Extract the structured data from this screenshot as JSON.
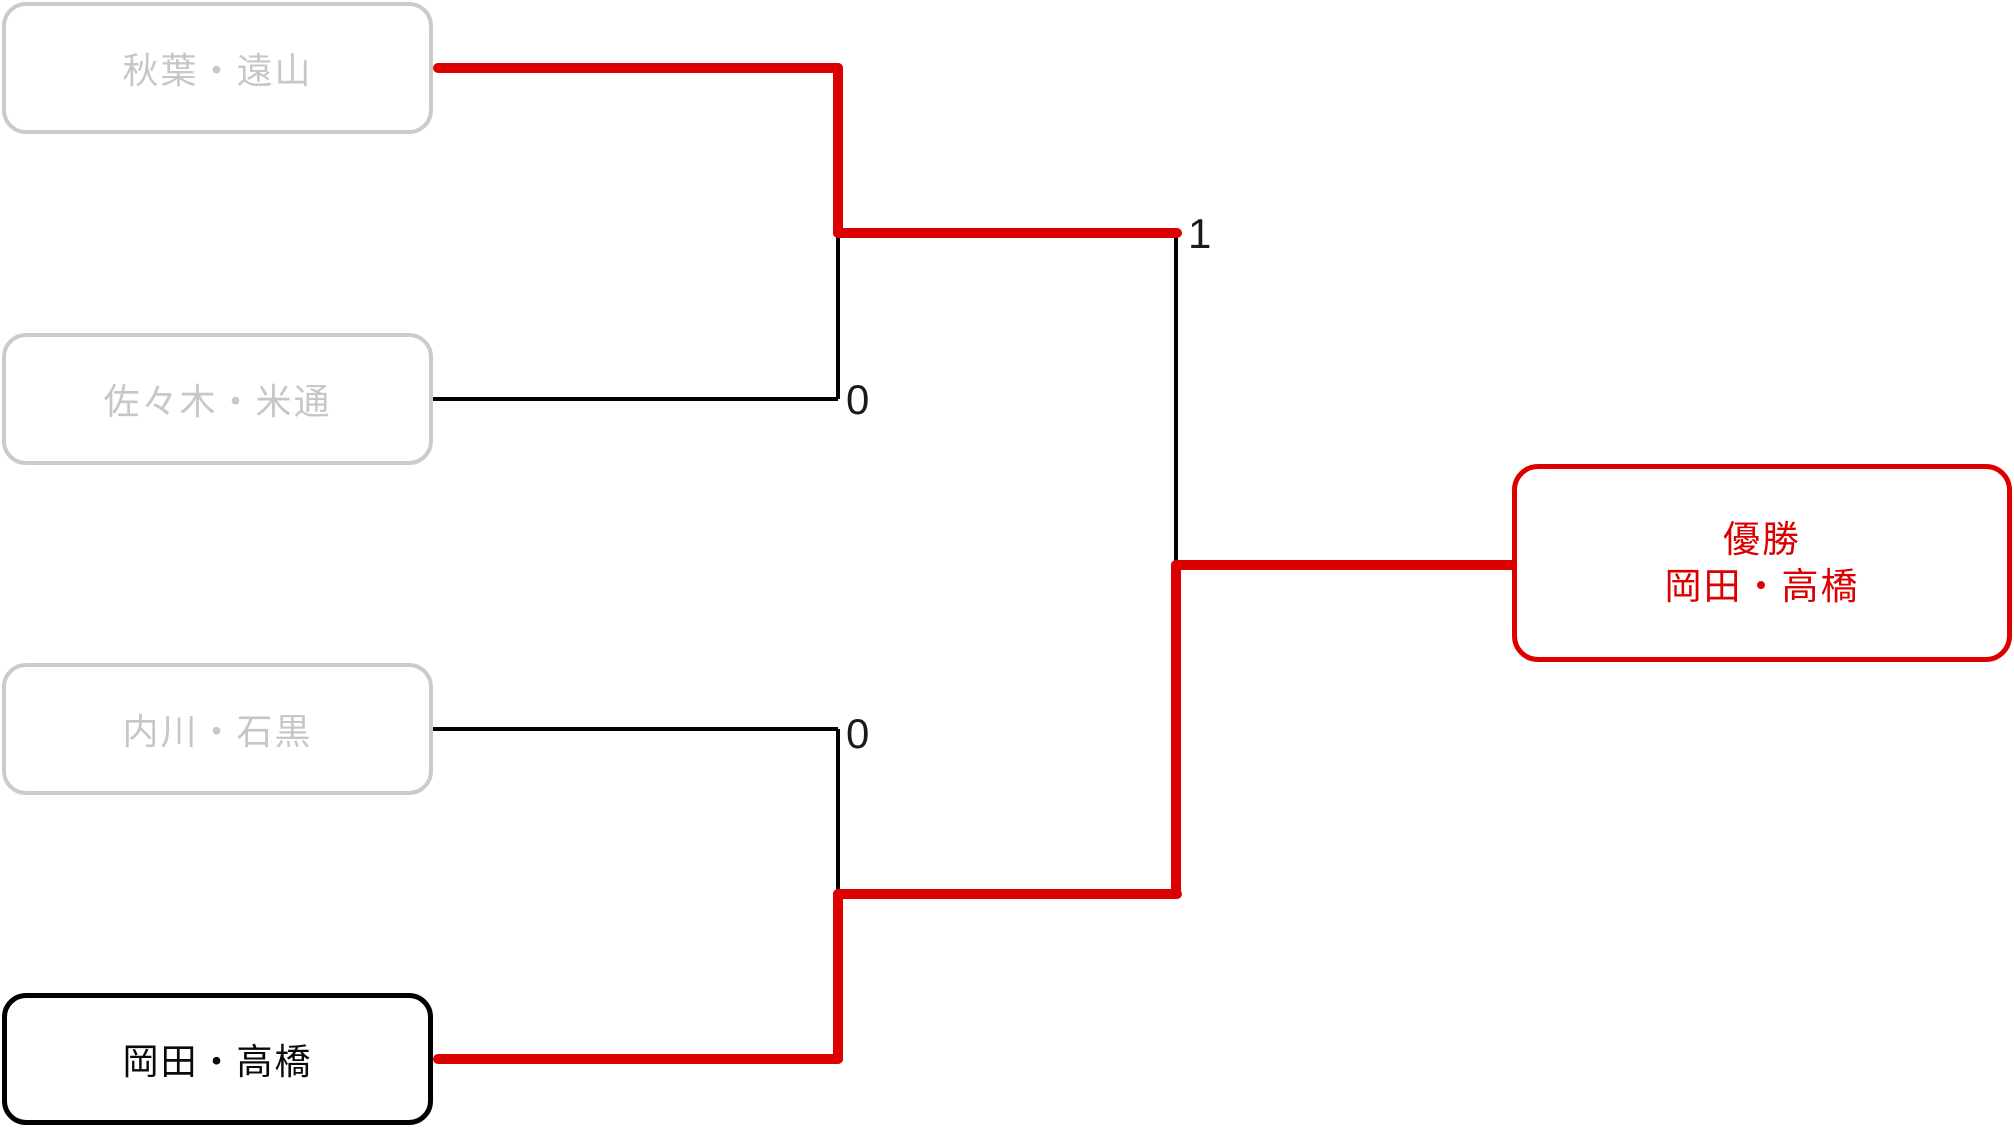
{
  "colors": {
    "winner_path_red": "#dc0000",
    "loser_path_black": "#000000",
    "inactive_gray": "#cbcbcb"
  },
  "teams": [
    {
      "name": "秋葉・遠山"
    },
    {
      "name": "佐々木・米通"
    },
    {
      "name": "内川・石黒"
    },
    {
      "name": "岡田・高橋"
    }
  ],
  "scores": {
    "final_top_slot": "1",
    "semifinal1_bottom_slot": "0",
    "semifinal2_top_slot": "0"
  },
  "champion": {
    "title": "優勝",
    "name": "岡田・高橋"
  }
}
